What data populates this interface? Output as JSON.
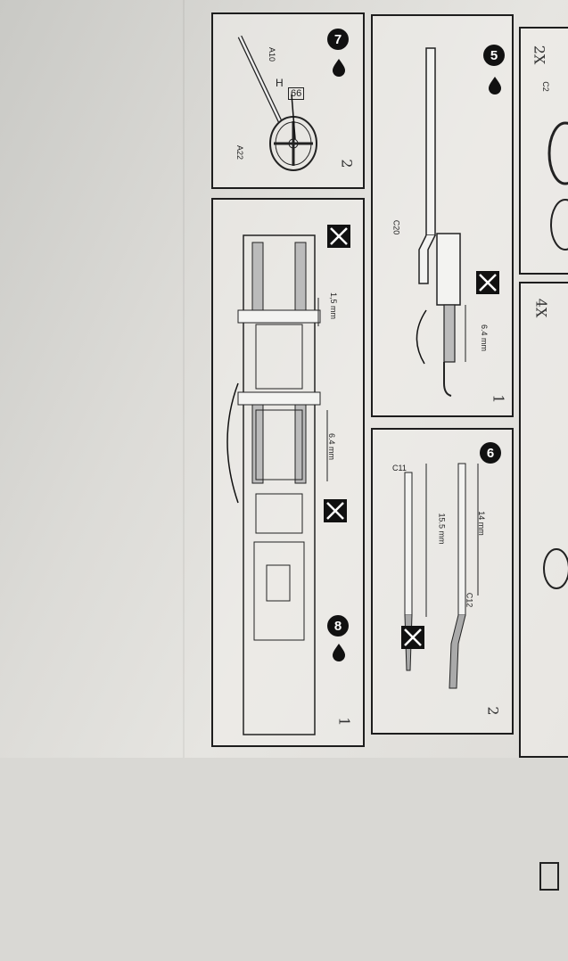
{
  "step5": {
    "number": "5",
    "part": "C20",
    "measure": "6.4 mm",
    "note": "1"
  },
  "step6": {
    "number": "6",
    "part_a": "C11",
    "part_b": "C12",
    "measure_a": "14 mm",
    "measure_b": "15.5 mm",
    "note": "2"
  },
  "step7": {
    "number": "7",
    "part_a": "A10",
    "part_b": "A22",
    "ref": "H",
    "ref_code": "66",
    "note": "2"
  },
  "step8": {
    "number": "8",
    "measure_a": "1,5 mm",
    "measure_b": "6.4 mm",
    "note": "1"
  },
  "partial": {
    "qty_top": "2X",
    "part_top": "C2",
    "qty_mid": "4X"
  },
  "colors": {
    "ink": "#1d1d1d",
    "paper": "#e6e5e1"
  },
  "icons": [
    "water-drop-icon",
    "cutter-icon"
  ]
}
